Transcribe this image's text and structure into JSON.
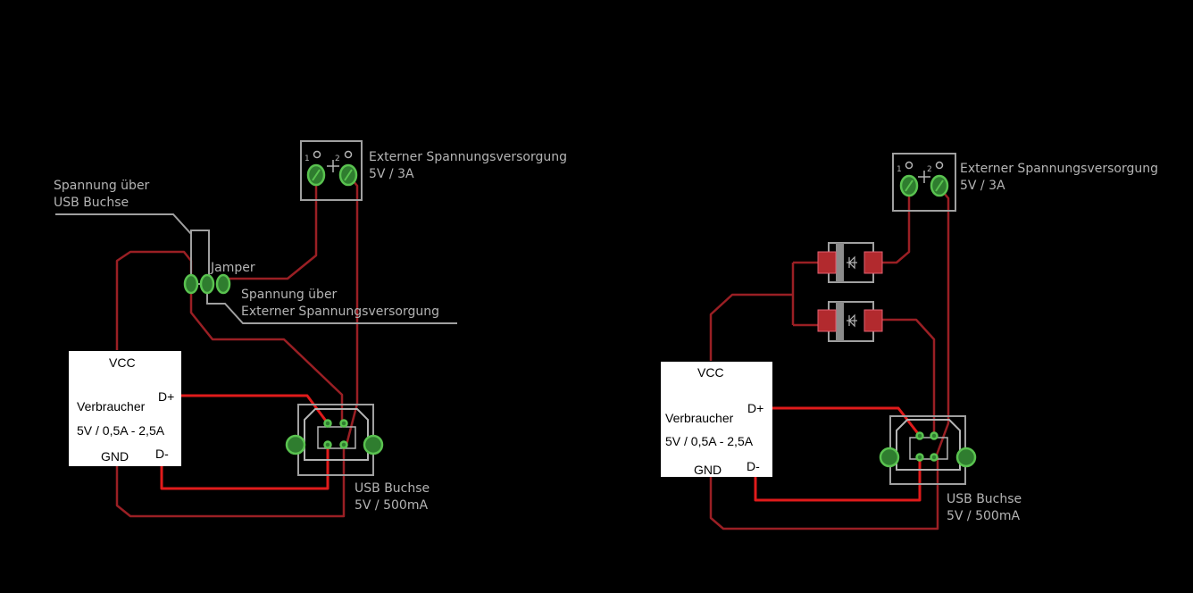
{
  "left_circuit": {
    "ext_supply_label_line1": "Externer Spannungsversorgung",
    "ext_supply_label_line2": "5V / 3A",
    "usb_supply_label_line1": "Spannung über",
    "usb_supply_label_line2": "USB Buchse",
    "jumper_label": "Jamper",
    "ext_select_label_line1": "Spannung über",
    "ext_select_label_line2": "Externer Spannungsversorgung",
    "load": {
      "vcc": "VCC",
      "name": "Verbraucher",
      "rating": "5V / 0,5A - 2,5A",
      "gnd": "GND",
      "dplus": "D+",
      "dminus": "D-"
    },
    "usb_label_line1": "USB Buchse",
    "usb_label_line2": "5V / 500mA",
    "terminal_pin1": "1",
    "terminal_pin2": "2"
  },
  "right_circuit": {
    "ext_supply_label_line1": "Externer Spannungsversorgung",
    "ext_supply_label_line2": "5V / 3A",
    "load": {
      "vcc": "VCC",
      "name": "Verbraucher",
      "rating": "5V / 0,5A - 2,5A",
      "gnd": "GND",
      "dplus": "D+",
      "dminus": "D-"
    },
    "usb_label_line1": "USB Buchse",
    "usb_label_line2": "5V / 500mA",
    "terminal_pin1": "1",
    "terminal_pin2": "2"
  },
  "colors": {
    "background": "#000000",
    "trace": "#9a1f24",
    "data_trace": "#e01b1b",
    "pad": "#59c24f",
    "silkscreen": "#a0a0a0"
  }
}
